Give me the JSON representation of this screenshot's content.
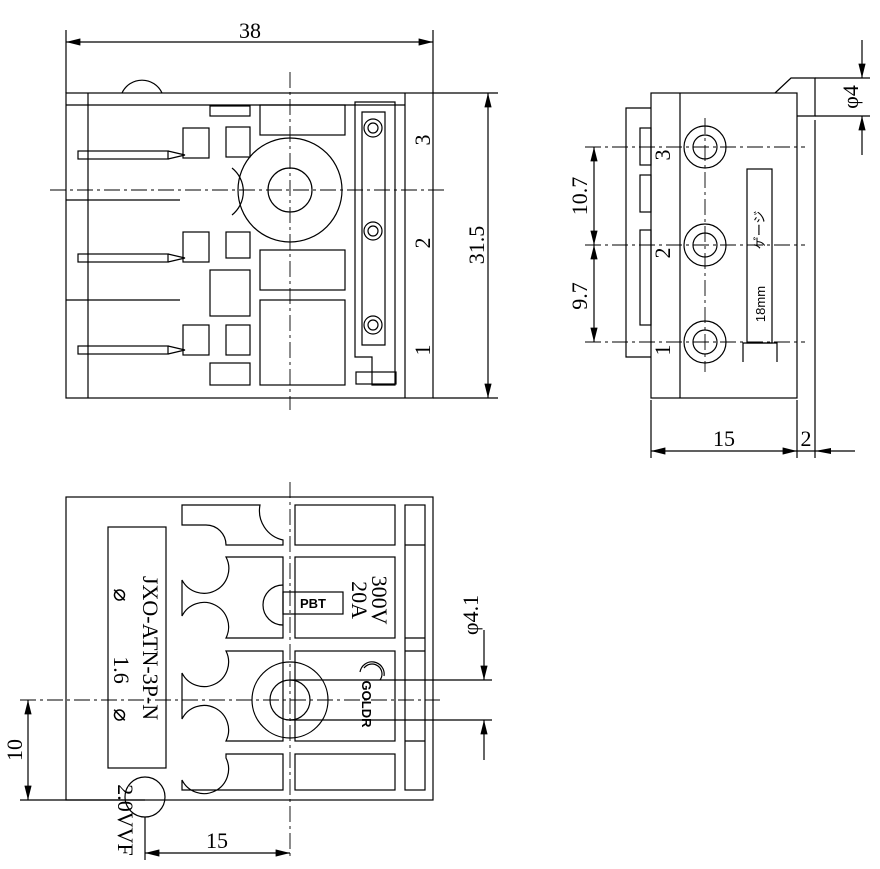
{
  "top_view": {
    "width_dim": "38",
    "height_dim": "31.5",
    "pin_numbers": [
      "3",
      "2",
      "1"
    ]
  },
  "side_view": {
    "pitch_upper": "10.7",
    "pitch_lower": "9.7",
    "hole_dim": "φ4",
    "depth_dim": "15",
    "offset_dim": "2",
    "pin_numbers": [
      "3",
      "2",
      "1"
    ],
    "gauge_label": "ゲージ",
    "gauge_size": "18mm"
  },
  "bottom_view": {
    "model": "JXO-ATN-3P-N",
    "symbol_1": "⌀",
    "thickness": "1.6",
    "symbol_2": "⌀",
    "hole_note": "2.0VVF",
    "rating_voltage": "300V",
    "rating_current": "20A",
    "material": "PBT",
    "brand": "GOLDR",
    "hole_dim": "φ4.1",
    "vertical_dim": "10",
    "horizontal_dim": "15"
  },
  "colors": {
    "line": "#000000",
    "background": "#ffffff"
  }
}
